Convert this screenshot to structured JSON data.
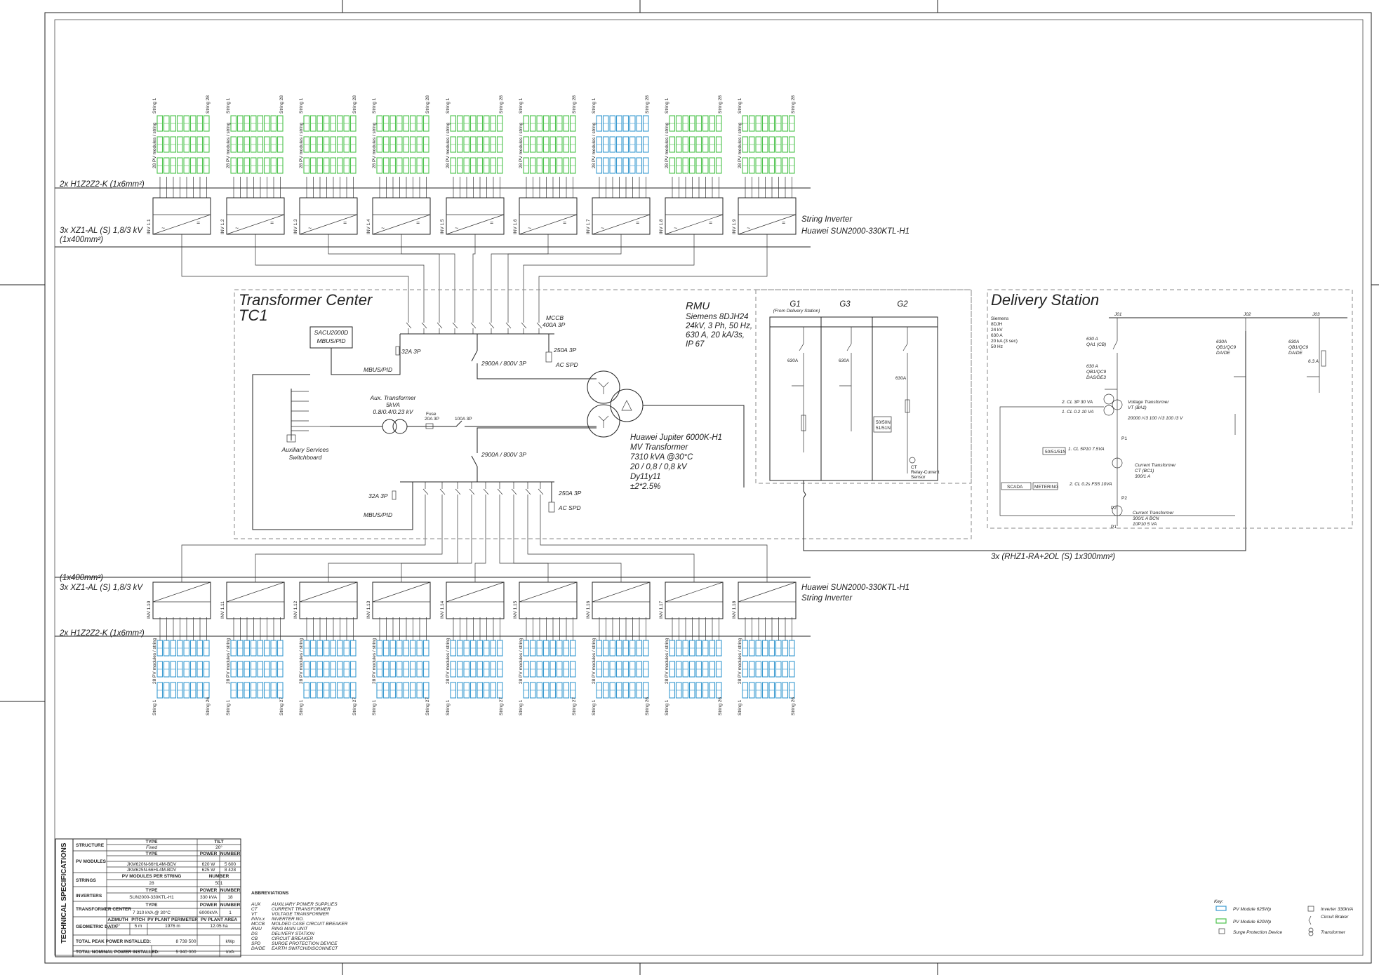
{
  "titles": {
    "transformer_center": [
      "Transformer Center",
      "TC1"
    ],
    "rmu": "RMU",
    "delivery_station": "Delivery Station"
  },
  "top_section": {
    "dc_cable": "2x H1Z2Z2-K (1x6mm²)",
    "ac_cable_lines": [
      "3x XZ1-AL (S) 1,8/3 kV",
      "(1x400mm²)"
    ],
    "inverter_label_lines": [
      "String Inverter",
      "Huawei SUN2000-330KTL-H1"
    ],
    "inverter_ids": [
      "INV 1.1",
      "INV 1.2",
      "INV 1.3",
      "INV 1.4",
      "INV 1.5",
      "INV 1.6",
      "INV 1.7",
      "INV 1.8",
      "INV 1.9"
    ],
    "string_first": "String 1",
    "string_last": "String 28",
    "modules_per_string": "28 PV modules / string"
  },
  "bottom_section": {
    "ac_cable_lines": [
      "(1x400mm²)",
      "3x XZ1-AL (S) 1,8/3 kV"
    ],
    "dc_cable": "2x H1Z2Z2-K (1x6mm²)",
    "inverter_label_lines": [
      "Huawei SUN2000-330KTL-H1",
      "String Inverter"
    ],
    "inverter_ids": [
      "INV 1.10",
      "INV 1.11",
      "INV 1.12",
      "INV 1.13",
      "INV 1.14",
      "INV 1.15",
      "INV 1.16",
      "INV 1.17",
      "INV 1.18"
    ],
    "string_first": "String 1",
    "string_last_values": [
      "String 26",
      "String 27",
      "String 27",
      "String 27",
      "String 27",
      "String 27",
      "String 26",
      "String 26",
      "String 26"
    ],
    "modules_per_string": "28 PV modules / string"
  },
  "transformer_center": {
    "sacu_lines": [
      "SACU2000D",
      "MBUS/PID"
    ],
    "mbus_pid": "MBUS/PID",
    "fuse_top": "32A 3P",
    "fuse_bottom": "32A 3P",
    "mccb_lines": [
      "MCCB",
      "400A 3P"
    ],
    "breaker_top": "2900A / 800V 3P",
    "breaker_bottom": "2900A / 800V 3P",
    "spd_top_rating": "250A 3P",
    "spd_top": "AC SPD",
    "spd_bottom_rating": "250A 3P",
    "spd_bottom": "AC SPD",
    "aux_transformer_lines": [
      "Aux. Transformer",
      "5kVA",
      "0.8/0.4/0.23 kV"
    ],
    "aux_fuse_lines": [
      "Fuse",
      "20A 3P"
    ],
    "aux_breaker": "100A 3P",
    "aux_switchboard_lines": [
      "Auxiliary Services",
      "Switchboard"
    ],
    "mv_transformer_lines": [
      "Huawei Jupiter 6000K-H1",
      "MV Transformer",
      "7310 kVA @30°C",
      "20 / 0,8 / 0,8 kV",
      "Dy11y11",
      "±2*2.5%"
    ]
  },
  "rmu": {
    "spec_lines": [
      "Siemens 8DJH24",
      "24kV, 3 Ph, 50 Hz,",
      "630 A, 20 kA/3s,",
      "IP 67"
    ],
    "cells": [
      "G1",
      "G3",
      "G2"
    ],
    "g1_sub": "(From Delivery Station)",
    "rating_630": "630A",
    "relay_lines": [
      "50/50N",
      "51/51N"
    ],
    "relay_note": [
      "CT",
      "Relay-Current",
      "Sensor"
    ]
  },
  "delivery_station": {
    "spec_lines": [
      "Siemens",
      "8DJH",
      "24 kV",
      "630 A",
      "20 kA (3 sec)",
      "50 Hz"
    ],
    "cells": [
      "J01",
      "J02",
      "J03"
    ],
    "qa1_lines": [
      "630 A",
      "QA1 (CB)"
    ],
    "qb1_lines": [
      "630 A",
      "QB1/QC9",
      "DAS/DE3"
    ],
    "j02_lines": [
      "630A",
      "QB1/QC9",
      "DA/DE"
    ],
    "j03_lines": [
      "630A",
      "QB1/QC9",
      "DA/DE"
    ],
    "fuse_j03": "6.3 A",
    "vt_lines": [
      "Voltage Transformer",
      "VT (BA1)"
    ],
    "vt_ratio": "20000 /√3  100 /√3  100 /3 V",
    "vt_cl1": "2. CL 3P 30 VA",
    "vt_cl2": "1. CL 0.2 10 VA",
    "relay": "50/51/51N",
    "ct1_cl": "1. CL 5P10 7.5VA",
    "ct1_lines": [
      "Current Transformer",
      "CT (BC1)",
      "300/1 A"
    ],
    "scada": "SCADA",
    "metering": "METERING",
    "ct2_cl": "2. CL 0.2s FS5 10VA",
    "ct2_lines": [
      "Current Transformer",
      "300/1 A BCN",
      "10P10 5 VA"
    ],
    "p_labels": [
      "P1",
      "P2",
      "P2",
      "P1"
    ],
    "outgoing_cable": "3x (RHZ1-RA+2OL (S) 1x300mm²)"
  },
  "tech_specs": {
    "vertical_title": "TECHNICAL SPECIFICATIONS",
    "structure": {
      "label": "STRUCTURE",
      "type_header": "TYPE",
      "tilt_header": "TILT",
      "type": "Fixed",
      "tilt": "20°"
    },
    "pv_modules": {
      "label": "PV MODULES",
      "headers": [
        "TYPE",
        "POWER",
        "NUMBER"
      ],
      "rows": [
        [
          "JKM620N-66HL4M-BDV",
          "620 W",
          "5 600"
        ],
        [
          "JKM625N-66HL4M-BDV",
          "625 W",
          "8 428"
        ]
      ]
    },
    "strings": {
      "label": "STRINGS",
      "headers": [
        "PV MODULES PER STRING",
        "NUMBER"
      ],
      "values": [
        "28",
        "501"
      ]
    },
    "inverters": {
      "label": "INVERTERS",
      "headers": [
        "TYPE",
        "POWER",
        "NUMBER"
      ],
      "values": [
        "SUN2000-330KTL-H1",
        "330 kVA",
        "18"
      ]
    },
    "transformer": {
      "label": "TRANSFORMER CENTER",
      "headers": [
        "TYPE",
        "POWER",
        "NUMBER"
      ],
      "values": [
        "7 310 kVA @ 30°C",
        "6000kVA",
        "1"
      ]
    },
    "geometric": {
      "label": "GEOMETRIC DATA",
      "headers": [
        "AZIMUTH",
        "PITCH",
        "PV PLANT PERIMETER",
        "PV PLANT AREA"
      ],
      "values": [
        "0°",
        "5 m",
        "1976 m",
        "12.05 ha"
      ]
    },
    "total_peak": {
      "label": "TOTAL PEAK POWER INSTALLED:",
      "value": "8 739 500",
      "unit": "kWp"
    },
    "total_nominal": {
      "label": "TOTAL NOMINAL POWER INSTALLED:",
      "value": "5 940 000",
      "unit": "kVA"
    }
  },
  "abbreviations": {
    "title": "ABBREVIATIONS",
    "items": [
      [
        "AUX",
        "AUXILIARY POWER SUPPLIES"
      ],
      [
        "CT",
        "CURRENT TRANSFORMER"
      ],
      [
        "VT",
        "VOLTAGE TRANSFORMER"
      ],
      [
        "INVx.x",
        "INVERTER NO."
      ],
      [
        "MCCB",
        "MOLDED CASE CIRCUIT BREAKER"
      ],
      [
        "RMU",
        "RING MAIN UNIT"
      ],
      [
        "DS",
        "DELIVERY STATION"
      ],
      [
        "CB",
        "CIRCUIT BREAKER"
      ],
      [
        "SPD",
        "SURGE PROTECTION DEVICE"
      ],
      [
        "DA/DE",
        "EARTH SWITCH/DISCONNECT"
      ]
    ]
  },
  "key": {
    "title": "Key:",
    "items": [
      {
        "label": "PV Module 625Wp",
        "color": "#3a9ad0"
      },
      {
        "label": "PV Module 620Wp",
        "color": "#4cc24c"
      },
      {
        "label": "Surge Protection Device",
        "color": "#222222"
      },
      {
        "label": "Inverter 330kVA",
        "color": "#222222"
      },
      {
        "label": "Circuit Braker",
        "color": "#222222"
      },
      {
        "label": "Transformer",
        "color": "#222222"
      }
    ]
  },
  "colors": {
    "module_green": "#4cc24c",
    "module_blue": "#3a9ad0",
    "line": "#222222",
    "dashed": "#888888"
  }
}
